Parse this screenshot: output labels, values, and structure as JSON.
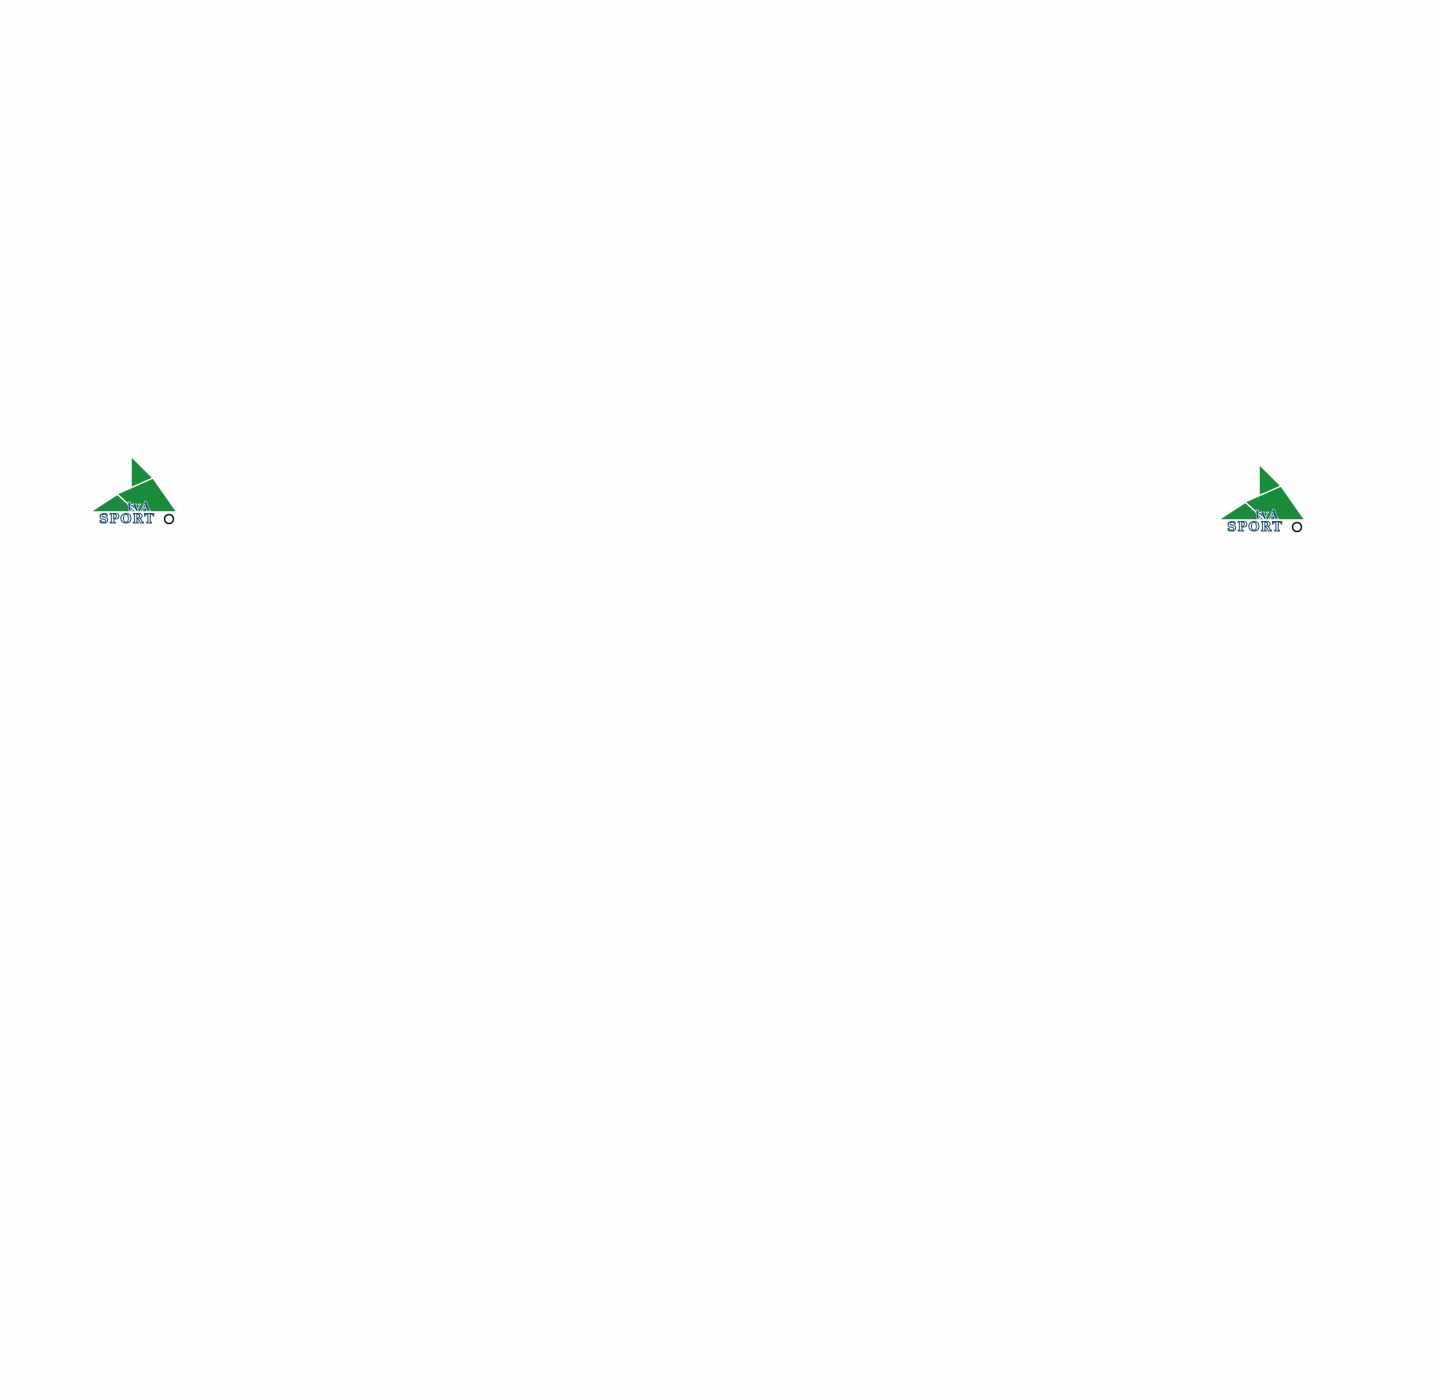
{
  "logos": [
    {
      "brand": "tvA",
      "word": "SPORT",
      "color": "#1a8c3c"
    },
    {
      "brand": "tvA",
      "word": "SPORT",
      "color": "#1a8c3c"
    }
  ]
}
